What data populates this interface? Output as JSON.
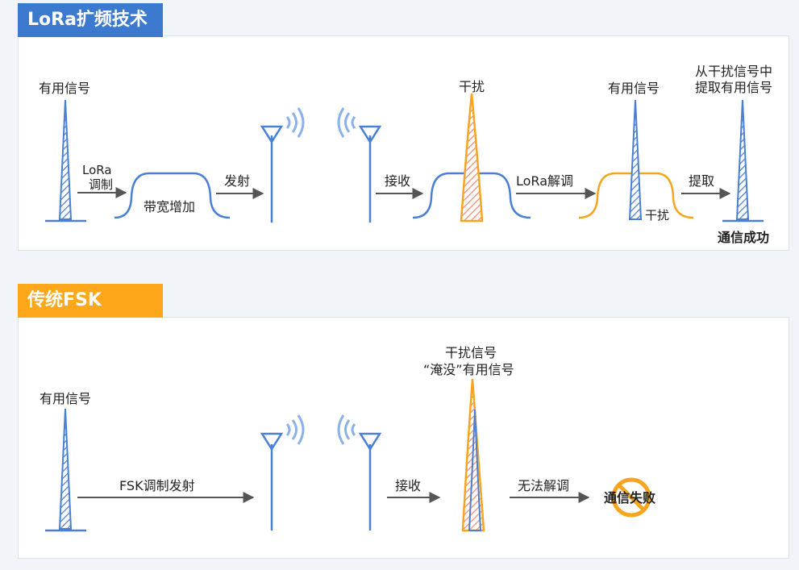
{
  "colors": {
    "blue": "#4a80d4",
    "orange": "#f6a520",
    "lora_header": "#3c7ad0",
    "fsk_header": "#ffa71a",
    "arrow": "#555555",
    "fail": "#f6a520"
  },
  "lora": {
    "header": "LoRa扩频技术",
    "useful_signal": "有用信号",
    "modulate_1": "LoRa",
    "modulate_2": "调制",
    "bandwidth": "带宽增加",
    "transmit": "发射",
    "interference": "干扰",
    "receive": "接收",
    "demodulate": "LoRa解调",
    "useful_signal_2": "有用信号",
    "interference_2": "干扰",
    "extract": "提取",
    "extract_title_1": "从干扰信号中",
    "extract_title_2": "提取有用信号",
    "success": "通信成功"
  },
  "fsk": {
    "header": "传统FSK",
    "useful_signal": "有用信号",
    "modulate_transmit": "FSK调制发射",
    "receive": "接收",
    "drown_1": "干扰信号",
    "drown_2": "“淹没”有用信号",
    "cannot_demod": "无法解调",
    "fail": "通信失败"
  }
}
